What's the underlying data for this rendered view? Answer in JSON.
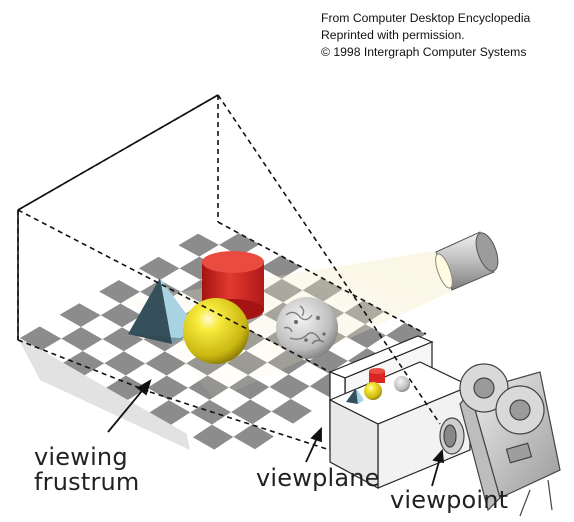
{
  "credit": {
    "line1": "From Computer Desktop Encyclopedia",
    "line2": "Reprinted with permission.",
    "line3": "© 1998 Intergraph Computer Systems"
  },
  "labels": {
    "viewing_frustrum_line1": "viewing",
    "viewing_frustrum_line2": "frustrum",
    "viewplane": "viewplane",
    "viewpoint": "viewpoint"
  },
  "colors": {
    "checker_dark": "#8c8c8c",
    "checker_light": "#ffffff",
    "pyramid_dark": "#35505a",
    "pyramid_light": "#a9d3e3",
    "cylinder": "#d92622",
    "sphere": "#f2e31c",
    "marble": "#d8d8d8",
    "frame_line": "#111111"
  }
}
